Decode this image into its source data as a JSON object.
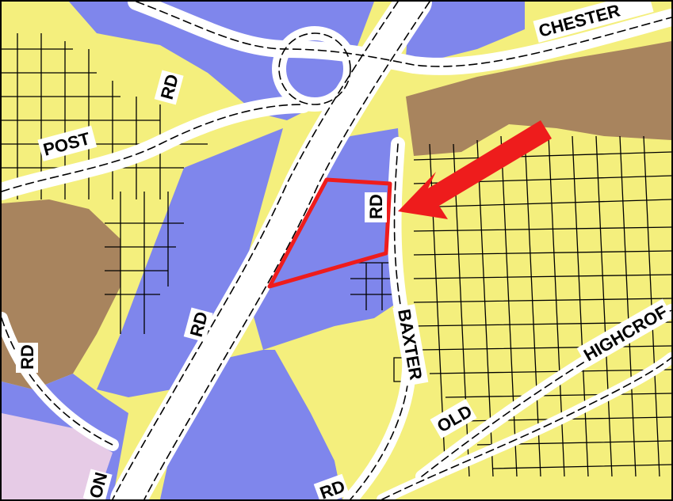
{
  "colors": {
    "residential": "#f4ef7d",
    "commercial": "#7f86ec",
    "open_space": "#a8845e",
    "institutional": "#e6cbe6",
    "road": "#ffffff",
    "parcel_line": "#000000",
    "highlight": "#ee1c1c",
    "arrow": "#ee1c1c"
  },
  "labels": {
    "chester": "CHESTER",
    "post": "POST",
    "rd_post": "RD",
    "rd_site": "RD",
    "rd_left": "RD",
    "rd_middle": "RD",
    "rd_bottom": "RD",
    "baxter": "BAXTER",
    "old": "OLD",
    "highcroft": "HIGHCROF",
    "bottom_on": "ON"
  },
  "icons": {
    "pointer": "arrow-icon",
    "site": "site-boundary"
  }
}
